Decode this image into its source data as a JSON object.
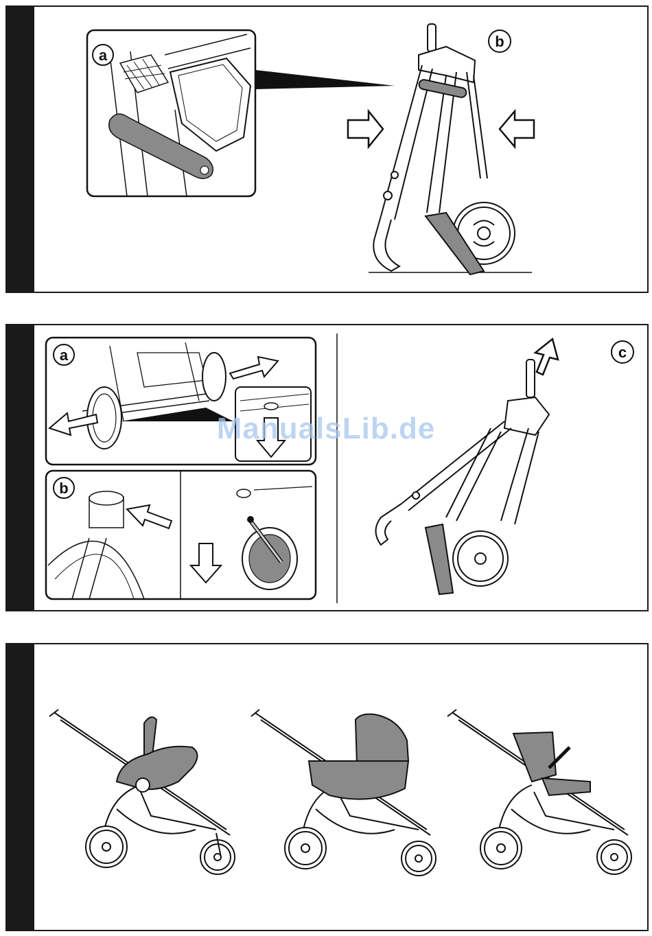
{
  "panels": [
    {
      "labels": {
        "a": "a",
        "b": "b"
      }
    },
    {
      "labels": {
        "a": "a",
        "b": "b",
        "c": "c"
      }
    },
    {
      "labels": {}
    }
  ],
  "watermark": "ManualsLib.de",
  "colors": {
    "frame": "#1a1a1a",
    "shade": "#8a8a8a",
    "light": "#cfcfcf",
    "watermark": "#a9c8ee"
  },
  "icons": [
    "arrow-right-icon",
    "arrow-left-icon",
    "arrow-up-icon",
    "arrow-down-icon"
  ]
}
